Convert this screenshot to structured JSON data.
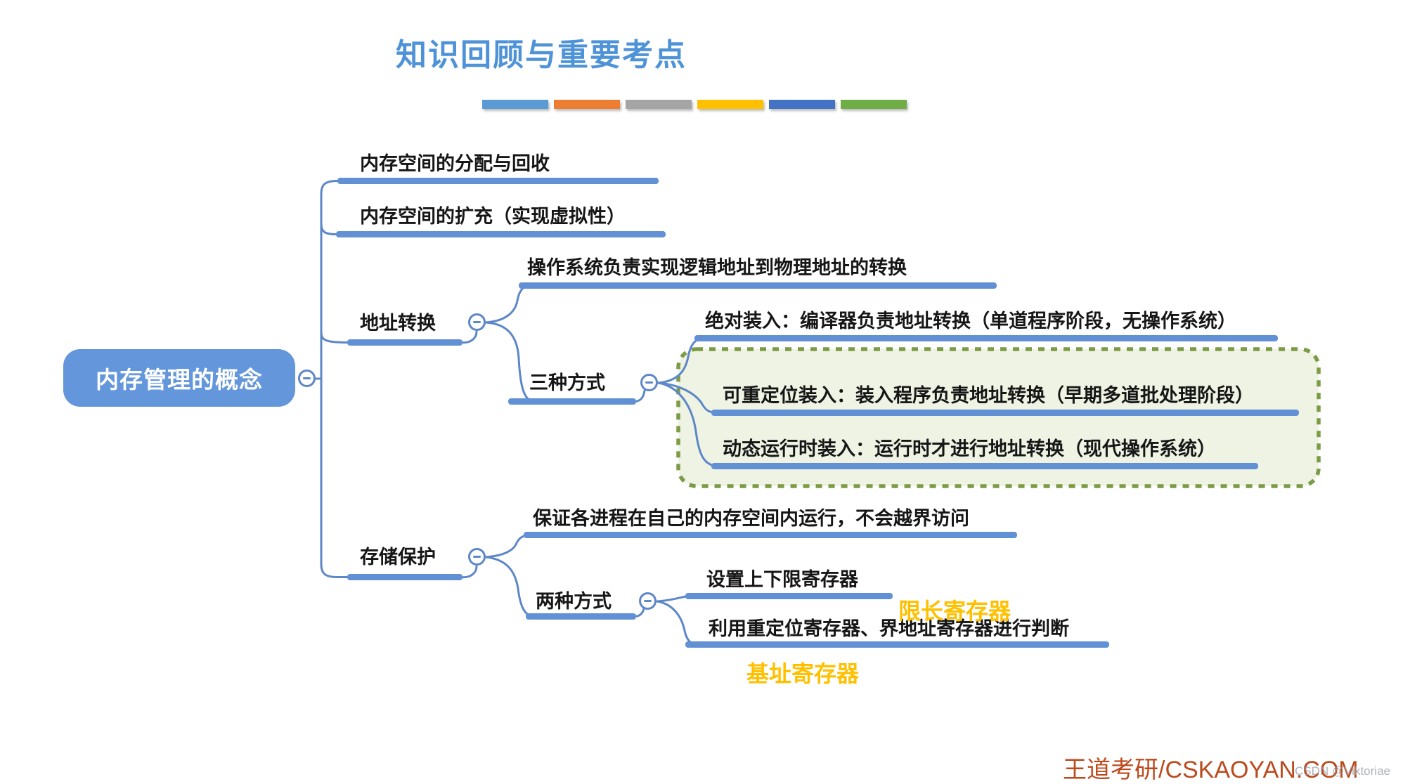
{
  "title": "知识回顾与重要考点",
  "root": {
    "label": "内存管理的概念"
  },
  "nodes": {
    "alloc": {
      "label": "内存空间的分配与回收"
    },
    "expand": {
      "label": "内存空间的扩充（实现虚拟性）"
    },
    "addr": {
      "label": "地址转换"
    },
    "addr_os": {
      "label": "操作系统负责实现逻辑地址到物理地址的转换"
    },
    "three": {
      "label": "三种方式"
    },
    "absolute": {
      "label": "绝对装入：编译器负责地址转换（单道程序阶段，无操作系统）"
    },
    "relocatable": {
      "label": "可重定位装入：装入程序负责地址转换（早期多道批处理阶段）"
    },
    "dynamic": {
      "label": "动态运行时装入：运行时才进行地址转换（现代操作系统）"
    },
    "protect": {
      "label": "存储保护"
    },
    "protect_desc": {
      "label": "保证各进程在自己的内存空间内运行，不会越界访问"
    },
    "two": {
      "label": "两种方式"
    },
    "upper_lower": {
      "label": "设置上下限寄存器",
      "note": "限长寄存器"
    },
    "reloc_bound": {
      "label": "利用重定位寄存器、界地址寄存器进行判断",
      "note": "基址寄存器"
    }
  },
  "watermark": {
    "brand": "王道考研/CSKAOYAN.COM",
    "site_tag": "CSDN @Viktoriae"
  },
  "icons": {
    "collapse": "minus"
  },
  "colors": {
    "title_blue": "#4E93D7",
    "connector_blue": "#5d87c8",
    "underline_blue": "#6190d4",
    "root_fill": "#6396DA",
    "highlight_yellow": "#FFC000",
    "group_fill": "#eef3e4",
    "group_border": "#7c9b45",
    "brand_red": "#BB4A1D",
    "accent_bars": [
      "#5B9BD5",
      "#ED7D31",
      "#A5A5A5",
      "#FFC000",
      "#4472C4",
      "#70AD47"
    ]
  }
}
